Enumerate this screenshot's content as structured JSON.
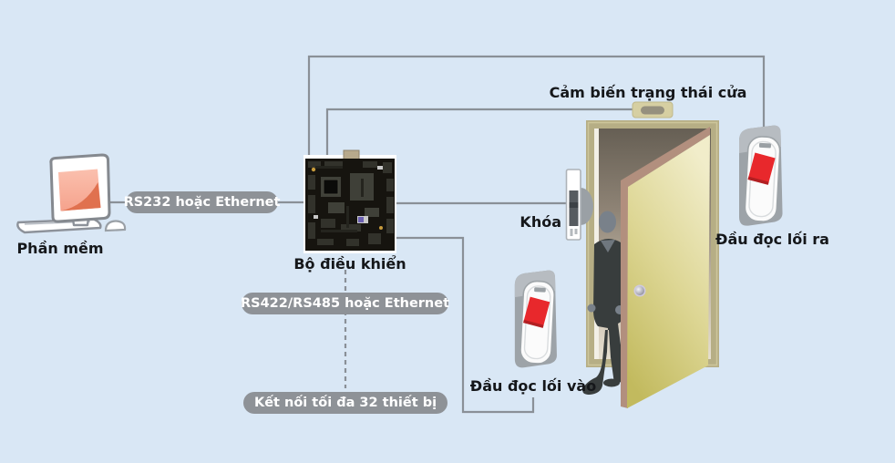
{
  "diagram": {
    "type": "access-control-system-diagram",
    "nodes": {
      "software_label": "Phần mềm",
      "controller_label": "Bộ điều khiển",
      "lock_label": "Khóa",
      "door_sensor_label": "Cảm biến trạng thái cửa",
      "entry_reader_label": "Đầu đọc lối vào",
      "exit_reader_label": "Đầu đọc lối ra"
    },
    "connections": {
      "pc_link_label": "RS232 hoặc Ethernet",
      "bus_link_label": "RS422/RS485 hoặc Ethernet",
      "capacity_label": "Kết nối tối đa 32 thiết bị"
    },
    "colors": {
      "background": "#d9e7f5",
      "pill": "#8e9297",
      "wire": "#8a9097",
      "door_frame": "#b6ae85",
      "door_face_light": "#f0ecc8",
      "door_face_dark": "#c6be62",
      "door_edge": "#b28f7e",
      "reader_red": "#e8282c",
      "screen_salmon": "#f8b2a0",
      "screen_accent": "#e0714f"
    }
  }
}
